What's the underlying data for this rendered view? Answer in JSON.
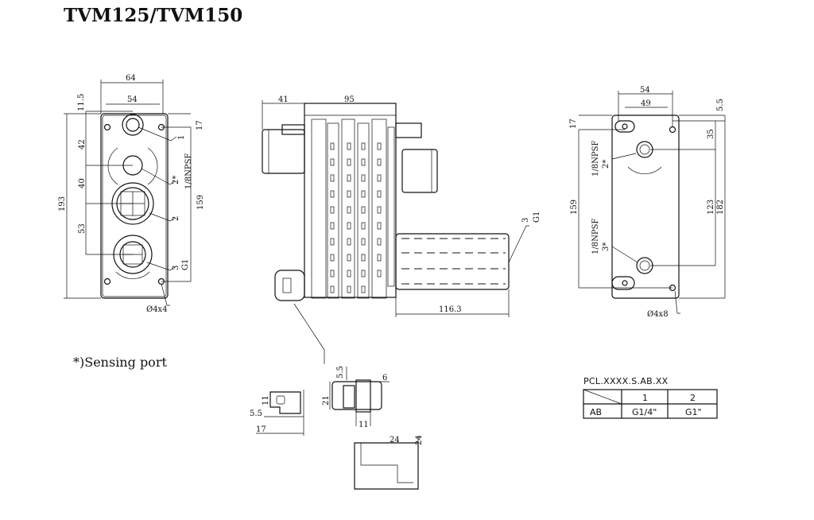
{
  "title": "TVM125/TVM150",
  "note": "*)Sensing port",
  "left_view": {
    "dims": [
      "64",
      "54",
      "11.5",
      "17",
      "42",
      "40",
      "53",
      "193",
      "159"
    ],
    "port_labels": [
      "1",
      "2*",
      "1/8NPSF",
      "2",
      "3",
      "G1",
      "Ø4x4"
    ]
  },
  "middle_view": {
    "dims": [
      "41",
      "95",
      "116.3"
    ],
    "port_labels": [
      "3",
      "G1"
    ]
  },
  "right_view": {
    "dims": [
      "54",
      "49",
      "5.5",
      "17",
      "35",
      "159",
      "123",
      "182"
    ],
    "port_labels": [
      "2*",
      "1/8NPSF",
      "3*",
      "1/8NPSF",
      "Ø4x8"
    ]
  },
  "detail_views": {
    "dims": [
      "5.5",
      "6",
      "21",
      "11",
      "11",
      "5.5",
      "17",
      "24",
      "24"
    ]
  },
  "table": {
    "code": "PCL.XXXX.S.AB.XX",
    "headers": [
      "1",
      "2"
    ],
    "row_label": "AB",
    "values": [
      "G1/4\"",
      "G1\""
    ]
  }
}
